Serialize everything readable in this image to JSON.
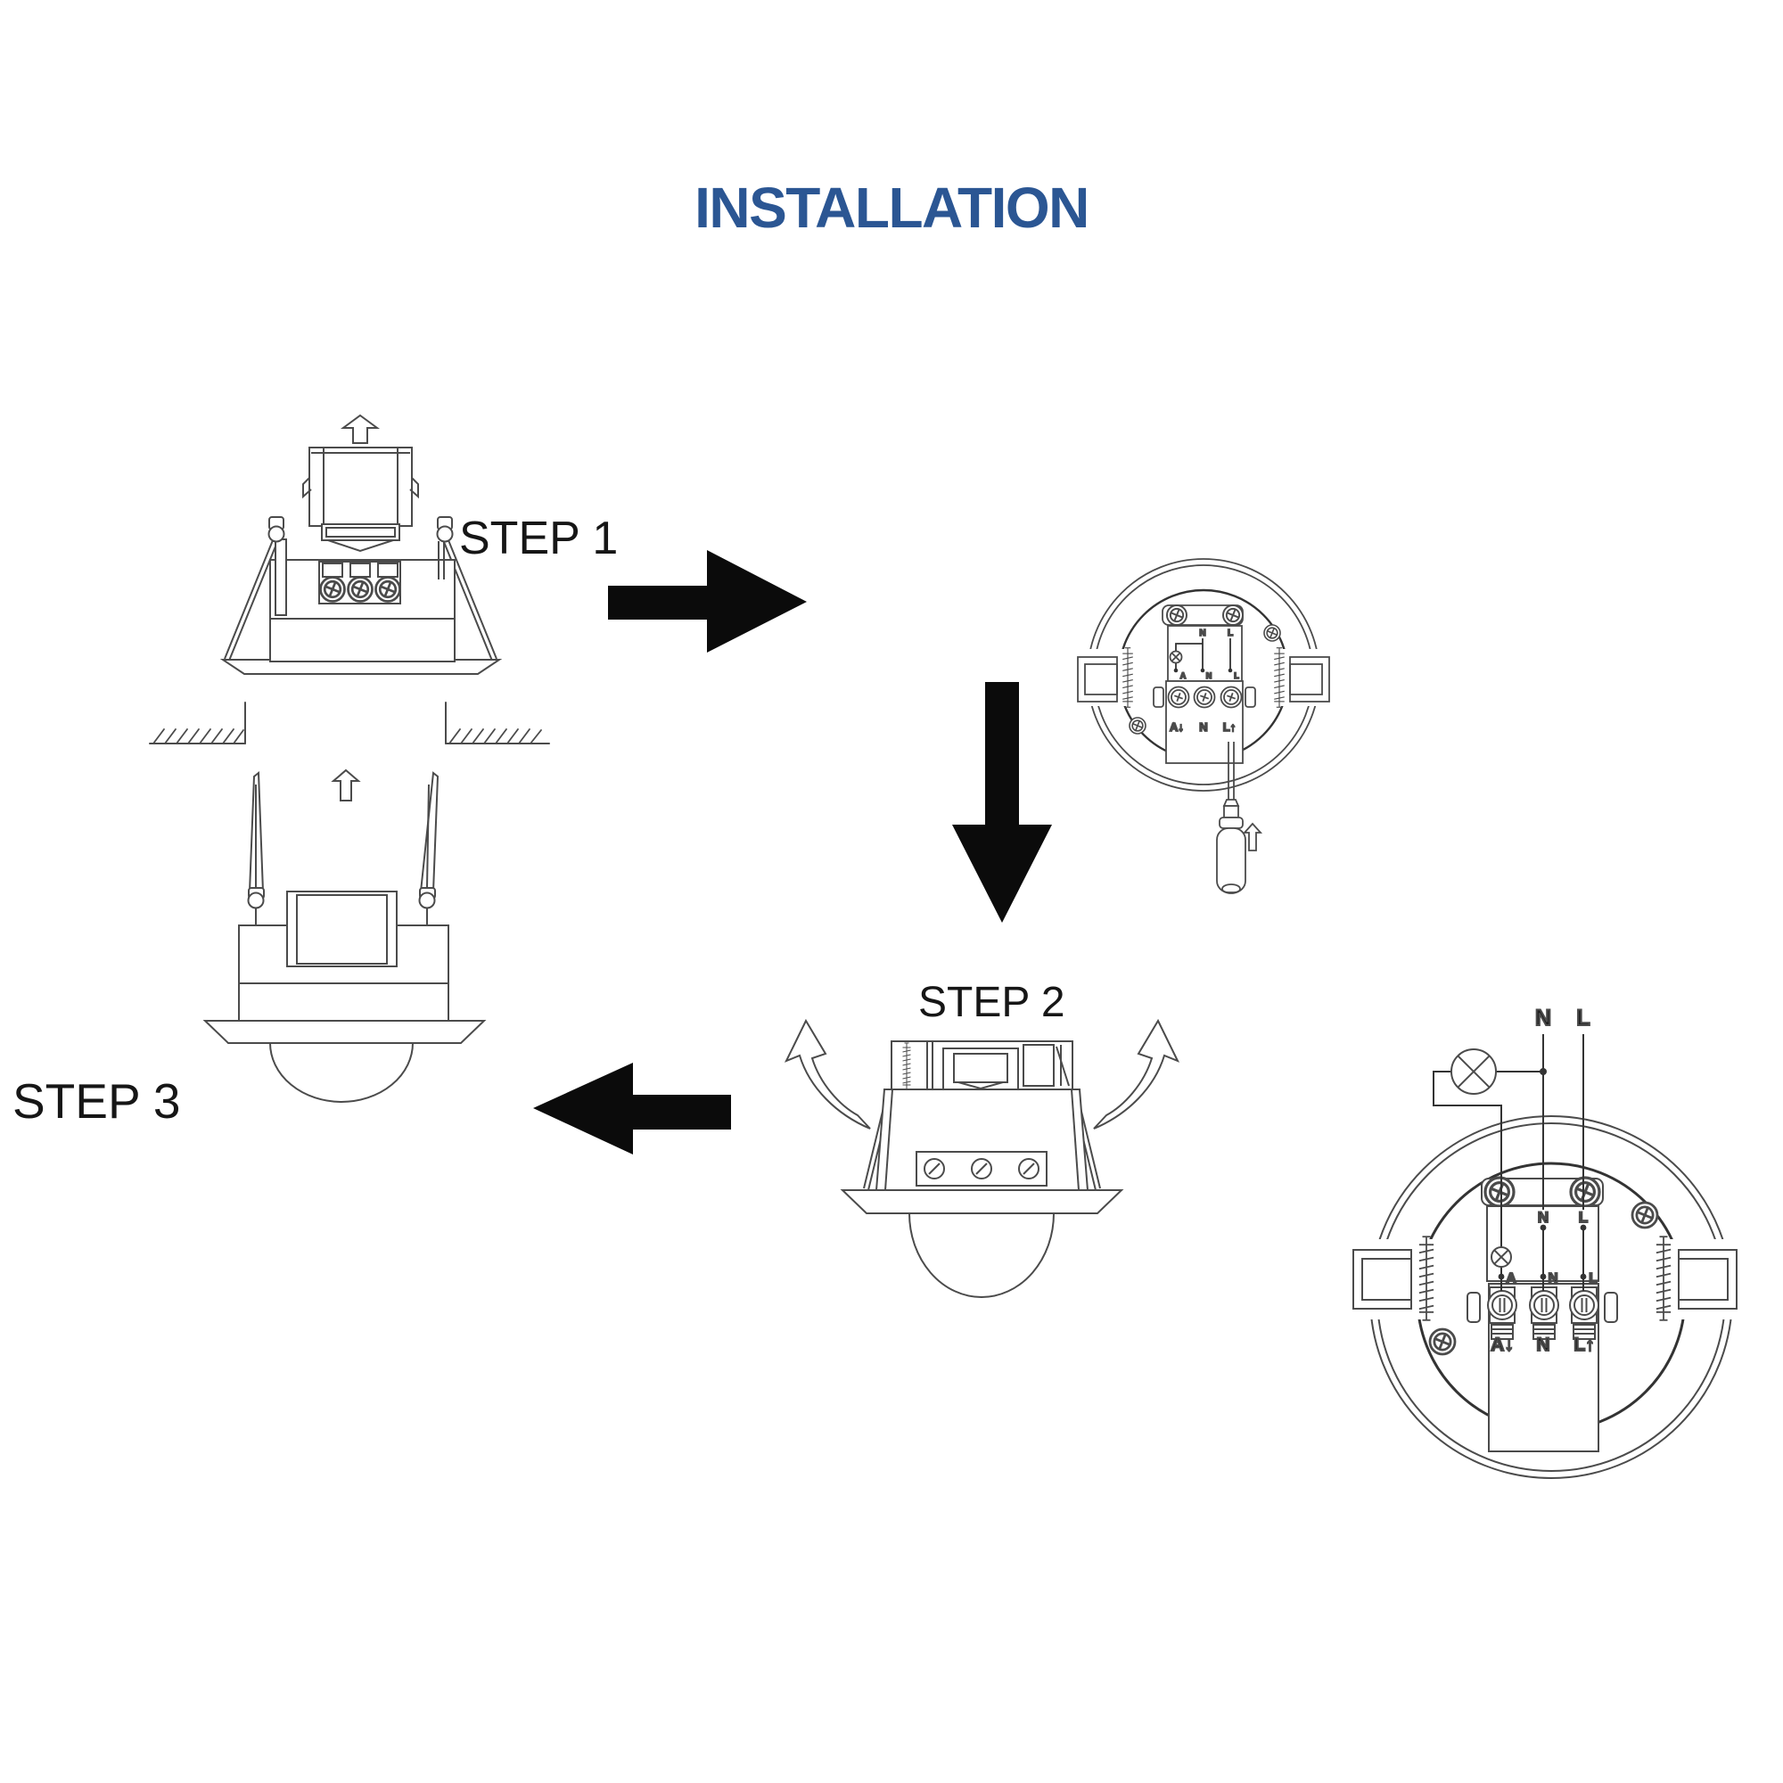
{
  "title": {
    "text": "INSTALLATION",
    "color": "#2b5693"
  },
  "steps": {
    "step1": "STEP 1",
    "step2": "STEP 2",
    "step3": "STEP 3"
  },
  "top_right_unit": {
    "box_top": {
      "n": "N",
      "l": "L"
    },
    "box_bottom": {
      "a": "A",
      "n": "N",
      "l": "L"
    },
    "terminals": {
      "a": "A↓",
      "n": "N",
      "l": "L↑"
    }
  },
  "wiring_unit": {
    "supply": {
      "n": "N",
      "l": "L"
    },
    "box_top": {
      "n": "N",
      "l": "L"
    },
    "box_bottom": {
      "a": "A",
      "n": "N",
      "l": "L"
    },
    "terminals": {
      "a": "A↓",
      "n": "N",
      "l": "L↑"
    }
  },
  "colors": {
    "line": "#4b4b4b",
    "dark_line": "#333333",
    "arrow_black": "#0b0b0b",
    "title_blue": "#2b5693"
  }
}
